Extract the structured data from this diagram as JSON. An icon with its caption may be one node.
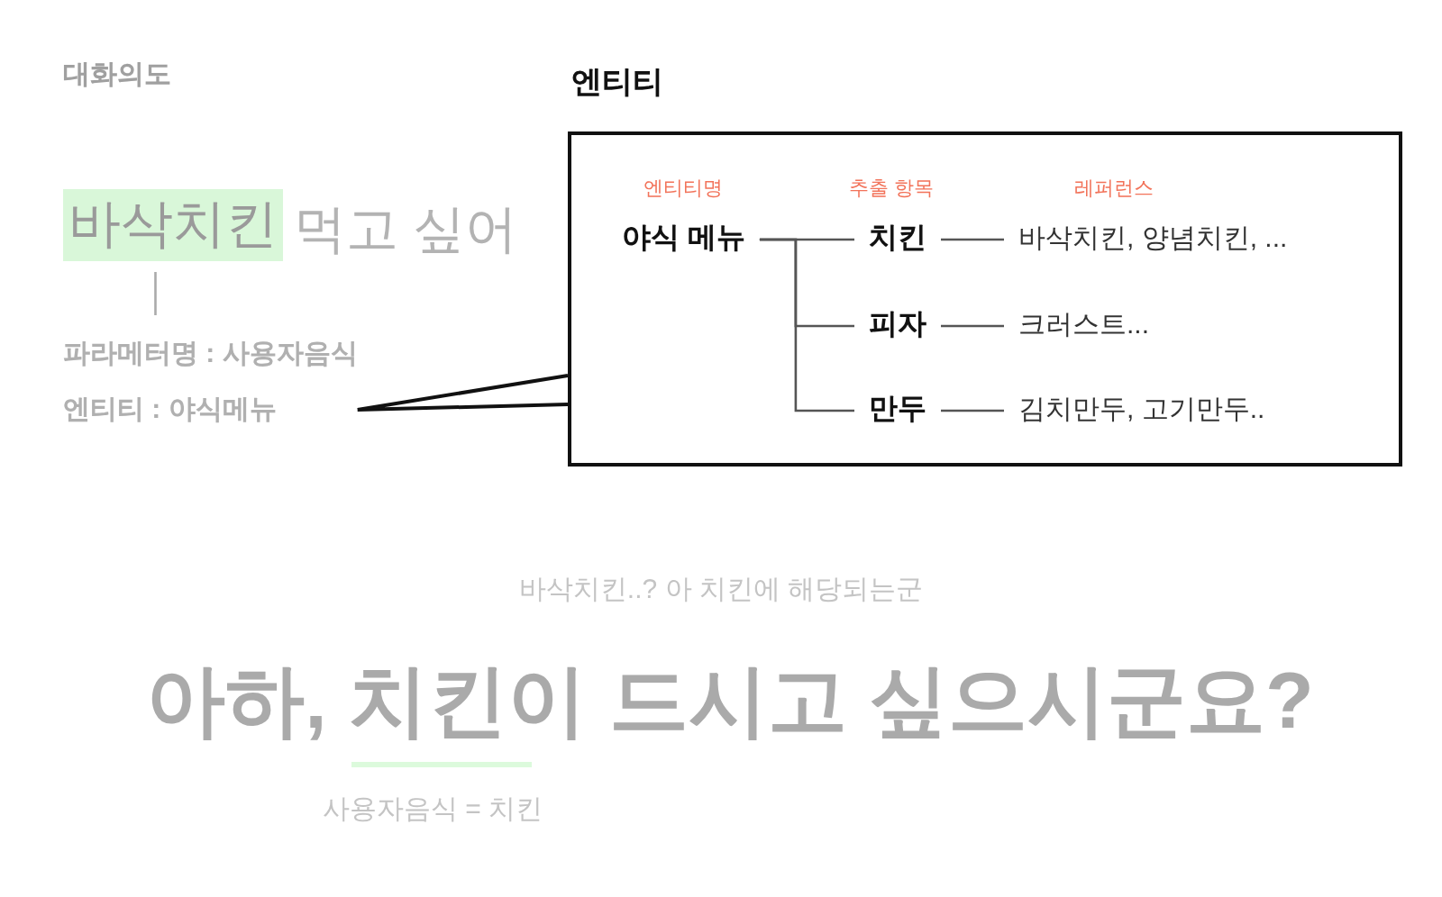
{
  "diagram": {
    "nodes": [
      {
        "text": [
          "바삭치킨"
        ],
        "beside": [
          "먹고 싶어"
        ]
      },
      {
        "text": [
          "파라메터명 : 사용자음식",
          "엔티티 : 야식메뉴"
        ]
      },
      {
        "text": [
          "엔티티"
        ]
      },
      {
        "text": [
          "야식 메뉴"
        ],
        "in": 2
      },
      {
        "text": [
          "치킨"
        ],
        "in": 2
      },
      {
        "text": [
          "피자"
        ],
        "in": 2
      },
      {
        "text": [
          "만두"
        ],
        "in": 2
      },
      {
        "text": [
          "바삭치킨, 양념치킨, ..."
        ],
        "in": 2
      },
      {
        "text": [
          "크러스트..."
        ],
        "in": 2
      },
      {
        "text": [
          "김치만두, 고기만두.."
        ],
        "in": 2
      }
    ],
    "edges": [
      {
        "from": 0,
        "to": 1,
        "arrow": "none",
        "color": "#aaaaaa"
      },
      {
        "from": 1,
        "to": 2,
        "arrow": "none",
        "color": "#111111"
      },
      {
        "from": 3,
        "to": 4,
        "arrow": "none"
      },
      {
        "from": 3,
        "to": 5,
        "arrow": "none"
      },
      {
        "from": 3,
        "to": 6,
        "arrow": "none"
      },
      {
        "from": 4,
        "to": 7,
        "arrow": "none"
      },
      {
        "from": 5,
        "to": 8,
        "arrow": "none"
      },
      {
        "from": 6,
        "to": 9,
        "arrow": "none"
      }
    ],
    "labels": [
      "대화의도",
      "엔티티명",
      "추출 항목",
      "레퍼런스",
      "바삭치킨..? 아 치킨에 해당되는군",
      "아하, 치킨이 드시고 싶으시군요?",
      "사용자음식 = 치킨"
    ]
  }
}
